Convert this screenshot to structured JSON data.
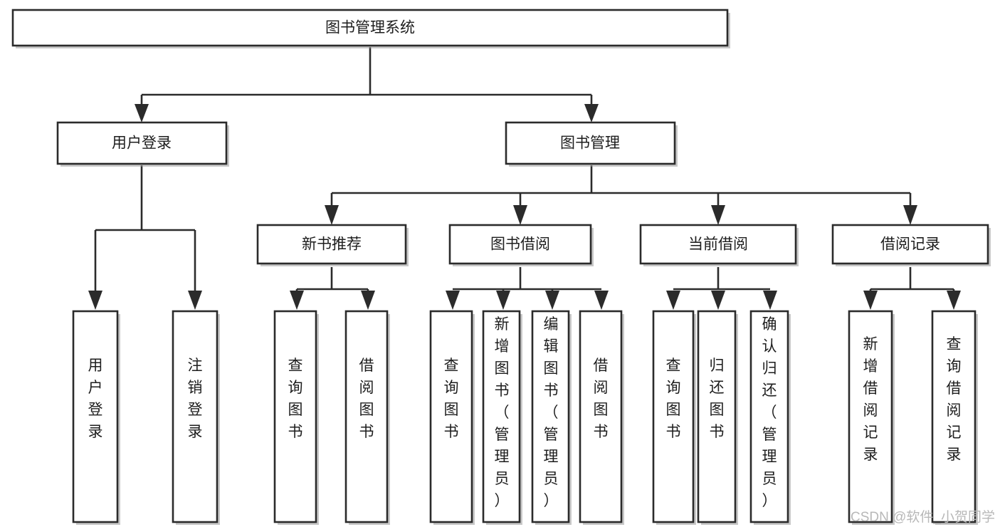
{
  "diagram": {
    "title": "图书管理系统",
    "type": "hierarchy-tree",
    "watermark": "CSDN @软件_小贺同学",
    "accent_color": "#2b2b2b",
    "background_color": "#ffffff",
    "levels": 4,
    "nodes": {
      "root": {
        "label": "图书管理系统",
        "orientation": "horizontal"
      },
      "level2": [
        {
          "label": "用户登录",
          "orientation": "horizontal"
        },
        {
          "label": "图书管理",
          "orientation": "horizontal"
        }
      ],
      "level3": [
        {
          "label": "新书推荐",
          "orientation": "horizontal"
        },
        {
          "label": "图书借阅",
          "orientation": "horizontal"
        },
        {
          "label": "当前借阅",
          "orientation": "horizontal"
        },
        {
          "label": "借阅记录",
          "orientation": "horizontal"
        }
      ],
      "leaves_user_login": [
        {
          "label": "用户登录",
          "orientation": "vertical"
        },
        {
          "label": "注销登录",
          "orientation": "vertical"
        }
      ],
      "leaves_new_book": [
        {
          "label": "查询图书",
          "orientation": "vertical"
        },
        {
          "label": "借阅图书",
          "orientation": "vertical"
        }
      ],
      "leaves_borrow": [
        {
          "label": "查询图书",
          "orientation": "vertical"
        },
        {
          "label": "新增图书（管理员）",
          "orientation": "vertical"
        },
        {
          "label": "编辑图书（管理员）",
          "orientation": "vertical"
        },
        {
          "label": "借阅图书",
          "orientation": "vertical"
        }
      ],
      "leaves_current": [
        {
          "label": "查询图书",
          "orientation": "vertical"
        },
        {
          "label": "归还图书",
          "orientation": "vertical"
        },
        {
          "label": "确认归还（管理员）",
          "orientation": "vertical"
        }
      ],
      "leaves_records": [
        {
          "label": "新增借阅记录",
          "orientation": "vertical"
        },
        {
          "label": "查询借阅记录",
          "orientation": "vertical"
        }
      ]
    }
  }
}
